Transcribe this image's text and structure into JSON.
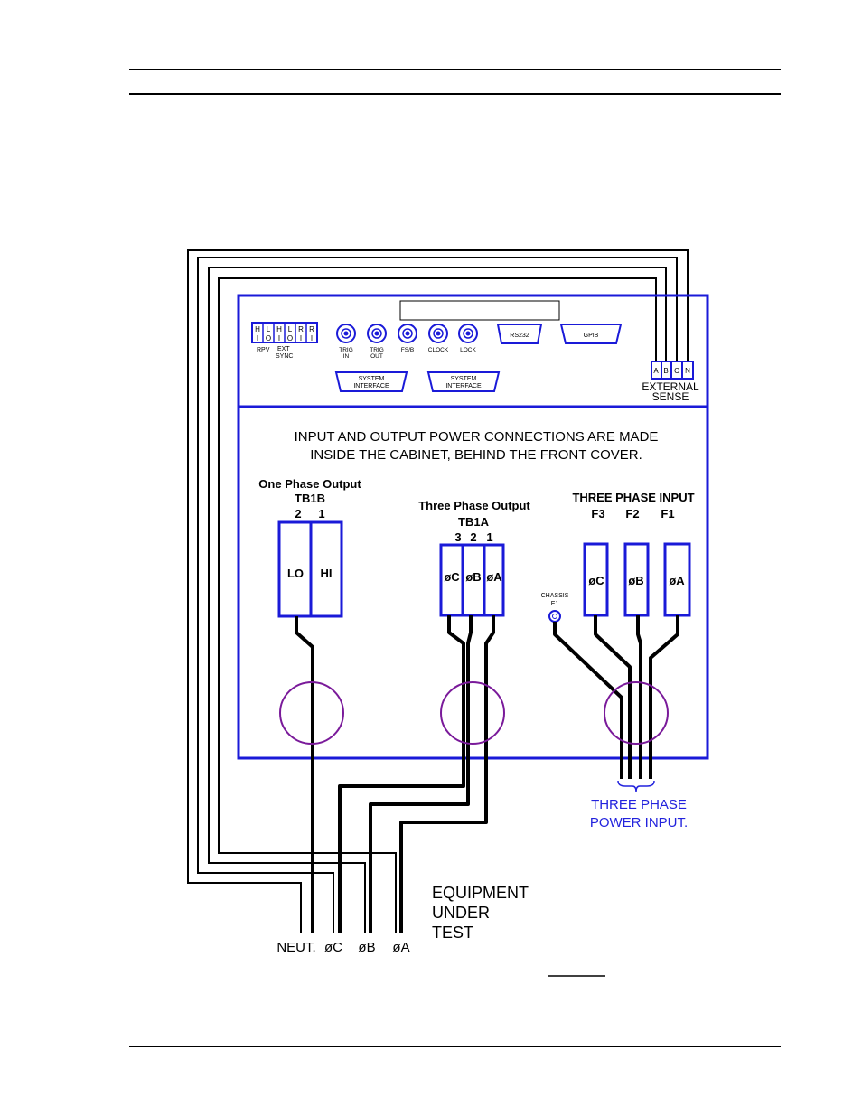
{
  "panel": {
    "io_labels": [
      "H",
      "L",
      "H",
      "L",
      "R",
      "R"
    ],
    "io_sublabels": [
      "I",
      "O",
      "I",
      "O",
      "I",
      "I"
    ],
    "rpv_label": "RPV",
    "ext_sync_label": [
      "EXT",
      "SYNC"
    ],
    "bnc_labels": [
      [
        "TRIG",
        "IN"
      ],
      [
        "TRIG",
        "OUT"
      ],
      [
        "FS/B"
      ],
      [
        "CLOCK"
      ],
      [
        "LOCK"
      ]
    ],
    "rs232_label": "RS232",
    "gpib_label": "GPIB",
    "system_interface_1": [
      "SYSTEM",
      "INTERFACE"
    ],
    "system_interface_2": [
      "SYSTEM",
      "INTERFACE"
    ],
    "sense_terminals": [
      "A",
      "B",
      "C",
      "N"
    ],
    "external_sense": [
      "EXTERNAL",
      "SENSE"
    ]
  },
  "cabinet": {
    "notice": [
      "INPUT AND OUTPUT POWER CONNECTIONS ARE MADE",
      "INSIDE THE CABINET, BEHIND THE FRONT COVER."
    ],
    "one_phase": {
      "title": "One Phase Output",
      "tb": "TB1B",
      "numbers": [
        "2",
        "1"
      ],
      "terminals": [
        "LO",
        "HI"
      ]
    },
    "three_phase_output": {
      "title": "Three Phase Output",
      "tb": "TB1A",
      "numbers": [
        "3",
        "2",
        "1"
      ],
      "terminals": [
        "øC",
        "øB",
        "øA"
      ]
    },
    "three_phase_input": {
      "title": "THREE PHASE INPUT",
      "labels": [
        "F3",
        "F2",
        "F1"
      ],
      "terminals": [
        "øC",
        "øB",
        "øA"
      ]
    },
    "chassis": [
      "CHASSIS",
      "E1"
    ]
  },
  "power_input_label": [
    "THREE PHASE",
    "POWER INPUT."
  ],
  "eut_label": [
    "EQUIPMENT",
    "UNDER",
    "TEST"
  ],
  "eut_terminals": [
    "NEUT.",
    "øC",
    "øB",
    "øA"
  ],
  "colors": {
    "panel_blue": "#1a1ad8",
    "ferrite_purple": "#7a1a9a",
    "label_blue": "#2222dd"
  }
}
